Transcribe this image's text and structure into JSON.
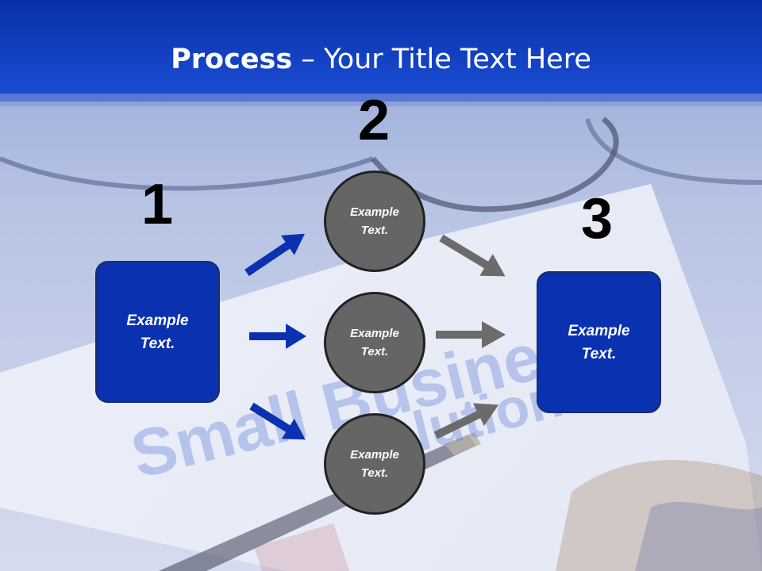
{
  "slide": {
    "title_bold": "Process",
    "title_rest": " – Your Title Text Here",
    "colors": {
      "band": "#0a33b8",
      "blue_box": "#0a31b0",
      "gray_circle": "#656565",
      "blue_arrow": "#0a31b0",
      "gray_arrow": "#6b6b6b"
    }
  },
  "background": {
    "watermark_line1": "Small Business",
    "watermark_line2": "Solutions"
  },
  "steps": {
    "n1": "1",
    "n2": "2",
    "n3": "3"
  },
  "nodes": {
    "left": "Example\nText.",
    "circle_top": "Example\nText.",
    "circle_mid": "Example\nText.",
    "circle_bottom": "Example\nText.",
    "right": "Example\nText."
  }
}
